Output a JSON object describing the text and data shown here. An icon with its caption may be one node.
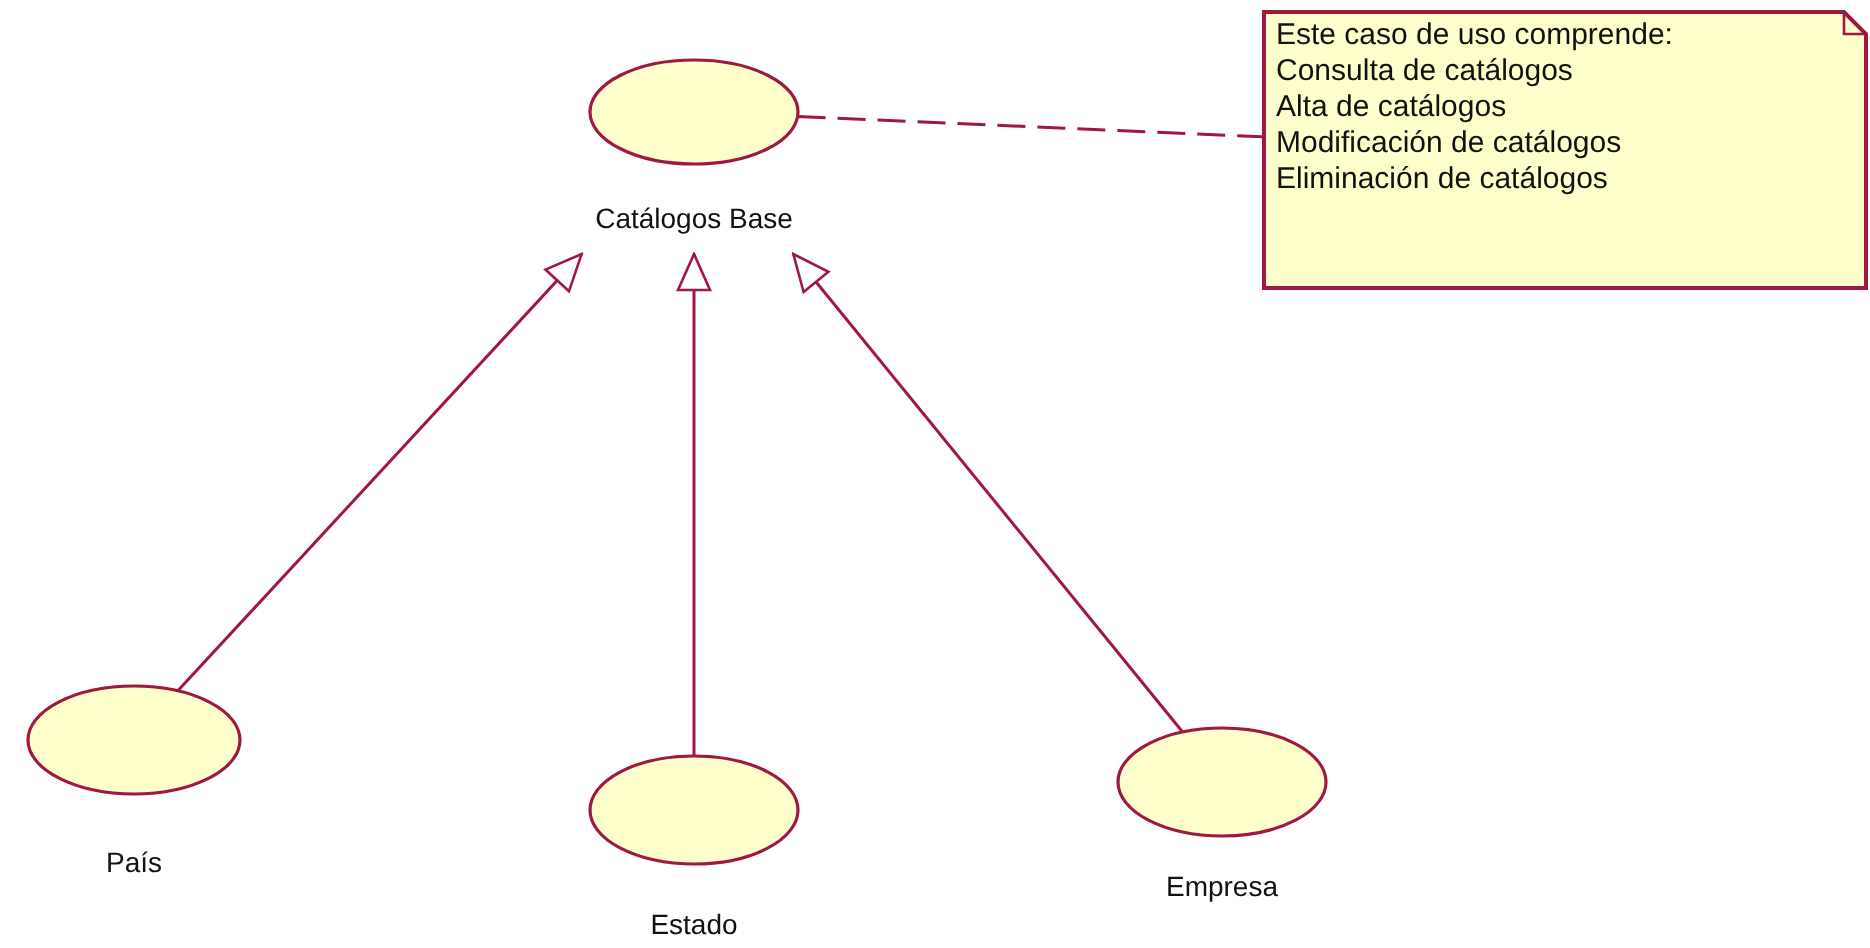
{
  "diagram": {
    "nodes": [
      {
        "text": [
          "Catálogos Base"
        ]
      },
      {
        "text": [
          "Este caso de uso comprende:",
          "Consulta de catálogos",
          "Alta de catálogos",
          "Modificación de catálogos",
          "Eliminación de catálogos"
        ]
      },
      {
        "text": [
          "País"
        ]
      },
      {
        "text": [
          "Estado"
        ]
      },
      {
        "text": [
          "Empresa"
        ]
      }
    ],
    "edges": [
      {
        "from": 0,
        "to": 1,
        "arrow": "none",
        "style": "dashed"
      },
      {
        "from": 2,
        "to": 0,
        "arrow": "to"
      },
      {
        "from": 3,
        "to": 0,
        "arrow": "to"
      },
      {
        "from": 4,
        "to": 0,
        "arrow": "to"
      }
    ]
  }
}
